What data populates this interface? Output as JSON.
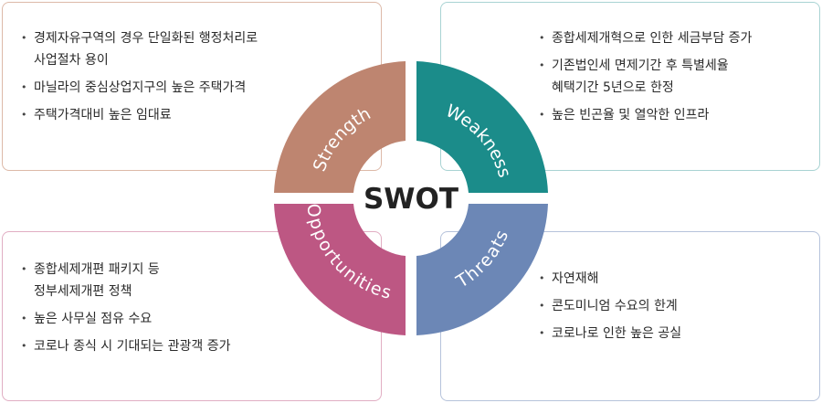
{
  "center_title": "SWOT",
  "colors": {
    "strength": "#be8570",
    "weakness": "#1b8c8a",
    "opportunities": "#bd5783",
    "threats": "#6c87b6"
  },
  "strength": {
    "label": "Strength",
    "items": [
      "경제자유구역의 경우 단일화된 행정처리로\n사업절차 용이",
      "마닐라의 중심상업지구의 높은 주택가격",
      "주택가격대비 높은 임대료"
    ]
  },
  "weakness": {
    "label": "Weakness",
    "items": [
      "종합세제개혁으로 인한 세금부담 증가",
      "기존법인세 면제기간 후 특별세율\n혜택기간 5년으로 한정",
      "높은 빈곤율 및 열악한 인프라"
    ]
  },
  "opportunities": {
    "label": "Opportunities",
    "items": [
      "종합세제개편 패키지 등\n정부세제개편 정책",
      "높은 사무실 점유 수요",
      "코로나 종식 시 기대되는 관광객 증가"
    ]
  },
  "threats": {
    "label": "Threats",
    "items": [
      "자연재해",
      "콘도미니엄 수요의 한계",
      "코로나로 인한 높은 공실"
    ]
  }
}
